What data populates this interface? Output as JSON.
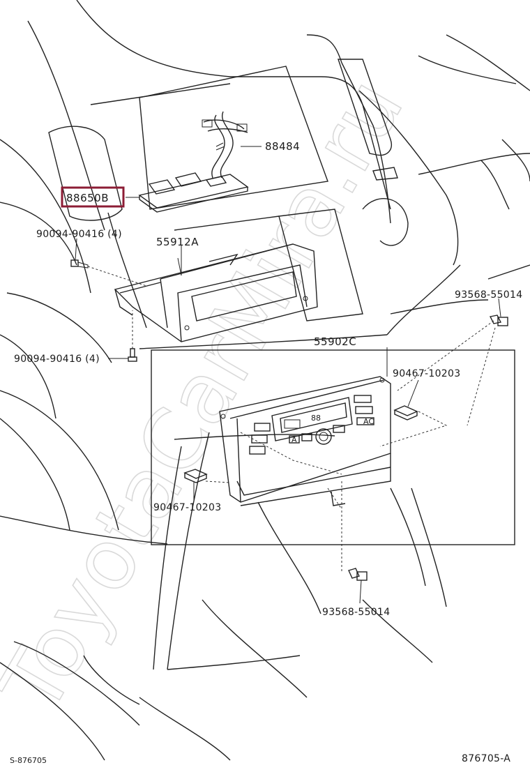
{
  "labels": {
    "p88484": "88484",
    "p88650b": "88650B",
    "p90094_top": "90094-90416 (4)",
    "p55912a": "55912A",
    "p93568_right": "93568-55014",
    "p55902c": "55902C",
    "p90094_mid": "90094-90416 (4)",
    "p90467_right": "90467-10203",
    "p90467_left": "90467-10203",
    "p93568_bottom": "93568-55014"
  },
  "panel_glyphs": {
    "display_text": "88",
    "btn_a": "A",
    "btn_ac": "AC"
  },
  "footer": {
    "left_code": "S-876705",
    "right_code": "876705-A"
  },
  "watermark": "ToyotaCarMira.ru",
  "colors": {
    "highlight": "#8c1d35",
    "line": "#222222",
    "watermark": "#d9d9d9"
  }
}
